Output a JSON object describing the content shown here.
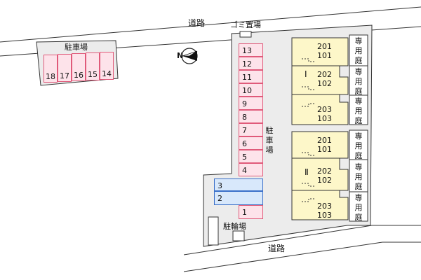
{
  "roads": {
    "top": "道路",
    "bottom": "道路"
  },
  "garbage": "ゴミ置場",
  "parking_main_label": "駐車場",
  "parking_offsite": {
    "label": "駐車場",
    "slots": [
      "18",
      "17",
      "16",
      "15",
      "14"
    ]
  },
  "bike_parking": "駐輪場",
  "parking_column": [
    "13",
    "12",
    "11",
    "10",
    "9",
    "8",
    "7",
    "6",
    "5",
    "4"
  ],
  "parking_blue": [
    "3",
    "2"
  ],
  "parking_bottom": "1",
  "buildings": [
    {
      "name": "Ⅰ",
      "units": [
        [
          "201",
          "101"
        ],
        [
          "202",
          "102"
        ],
        [
          "203",
          "103"
        ]
      ]
    },
    {
      "name": "Ⅱ",
      "units": [
        [
          "201",
          "101"
        ],
        [
          "202",
          "102"
        ],
        [
          "203",
          "103"
        ]
      ]
    }
  ],
  "garden_label": "専用庭",
  "compass": "N",
  "colors": {
    "parking_fill": "#fde3ea",
    "parking_border": "#e05a7a",
    "blue_fill": "#d8e8fb",
    "blue_border": "#3a6fc8",
    "building_fill": "#fdf7c9",
    "lot_fill": "#ececec"
  }
}
